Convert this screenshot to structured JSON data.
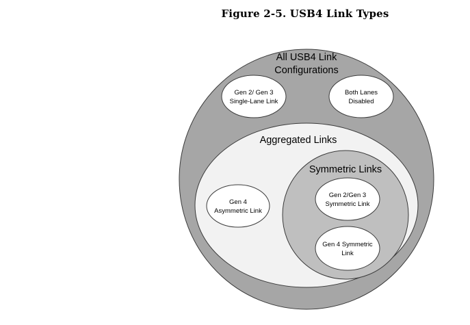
{
  "figure": {
    "title": "Figure 2-5. USB4 Link Types"
  },
  "diagram": {
    "outer": {
      "label_line1": "All USB4 Link",
      "label_line2": "Configurations",
      "fill": "#a6a6a6"
    },
    "single_lane": {
      "label_line1": "Gen 2/ Gen 3",
      "label_line2": "Single-Lane Link"
    },
    "lanes_disabled": {
      "label_line1": "Both Lanes",
      "label_line2": "Disabled"
    },
    "aggregated": {
      "label": "Aggregated Links",
      "fill": "#f2f2f2"
    },
    "asymmetric": {
      "label_line1": "Gen 4",
      "label_line2": "Asymmetric Link"
    },
    "symmetric": {
      "label": "Symmetric Links",
      "fill": "#bfbfbf"
    },
    "gen23_symmetric": {
      "label_line1": "Gen 2/Gen 3",
      "label_line2": "Symmetric Link"
    },
    "gen4_symmetric": {
      "label_line1": "Gen 4 Symmetric",
      "label_line2": "Link"
    }
  }
}
